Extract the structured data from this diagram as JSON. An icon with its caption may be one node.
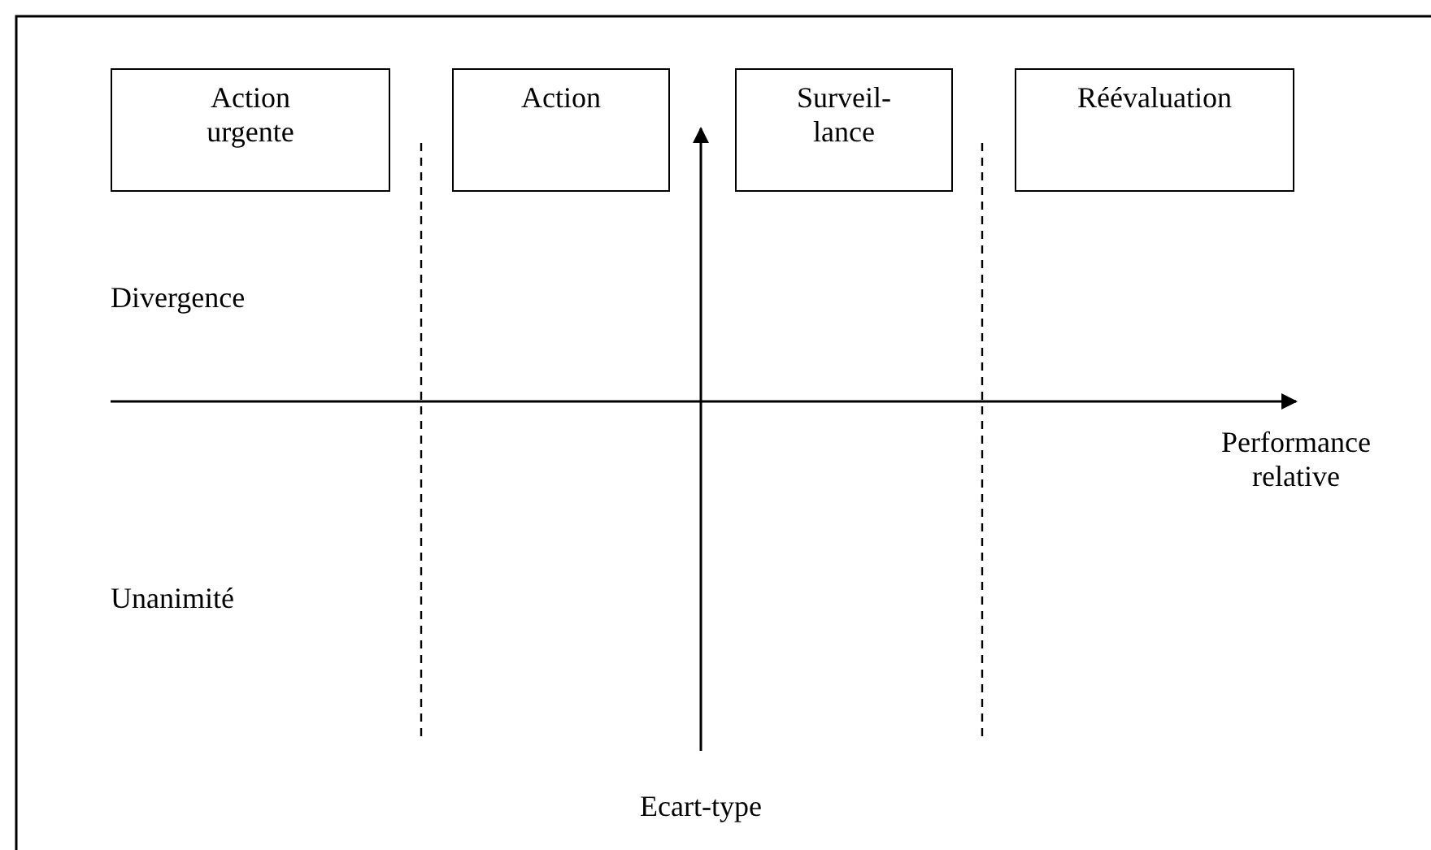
{
  "diagram": {
    "nodes": [
      {
        "text": [
          "Action urgente"
        ]
      },
      {
        "text": [
          "Action"
        ]
      },
      {
        "text": [
          "Surveil- lance"
        ]
      },
      {
        "text": [
          "Réévaluation"
        ]
      }
    ],
    "labels": [
      "Divergence",
      "Performance relative",
      "Unanimité",
      "Ecart-type"
    ]
  }
}
